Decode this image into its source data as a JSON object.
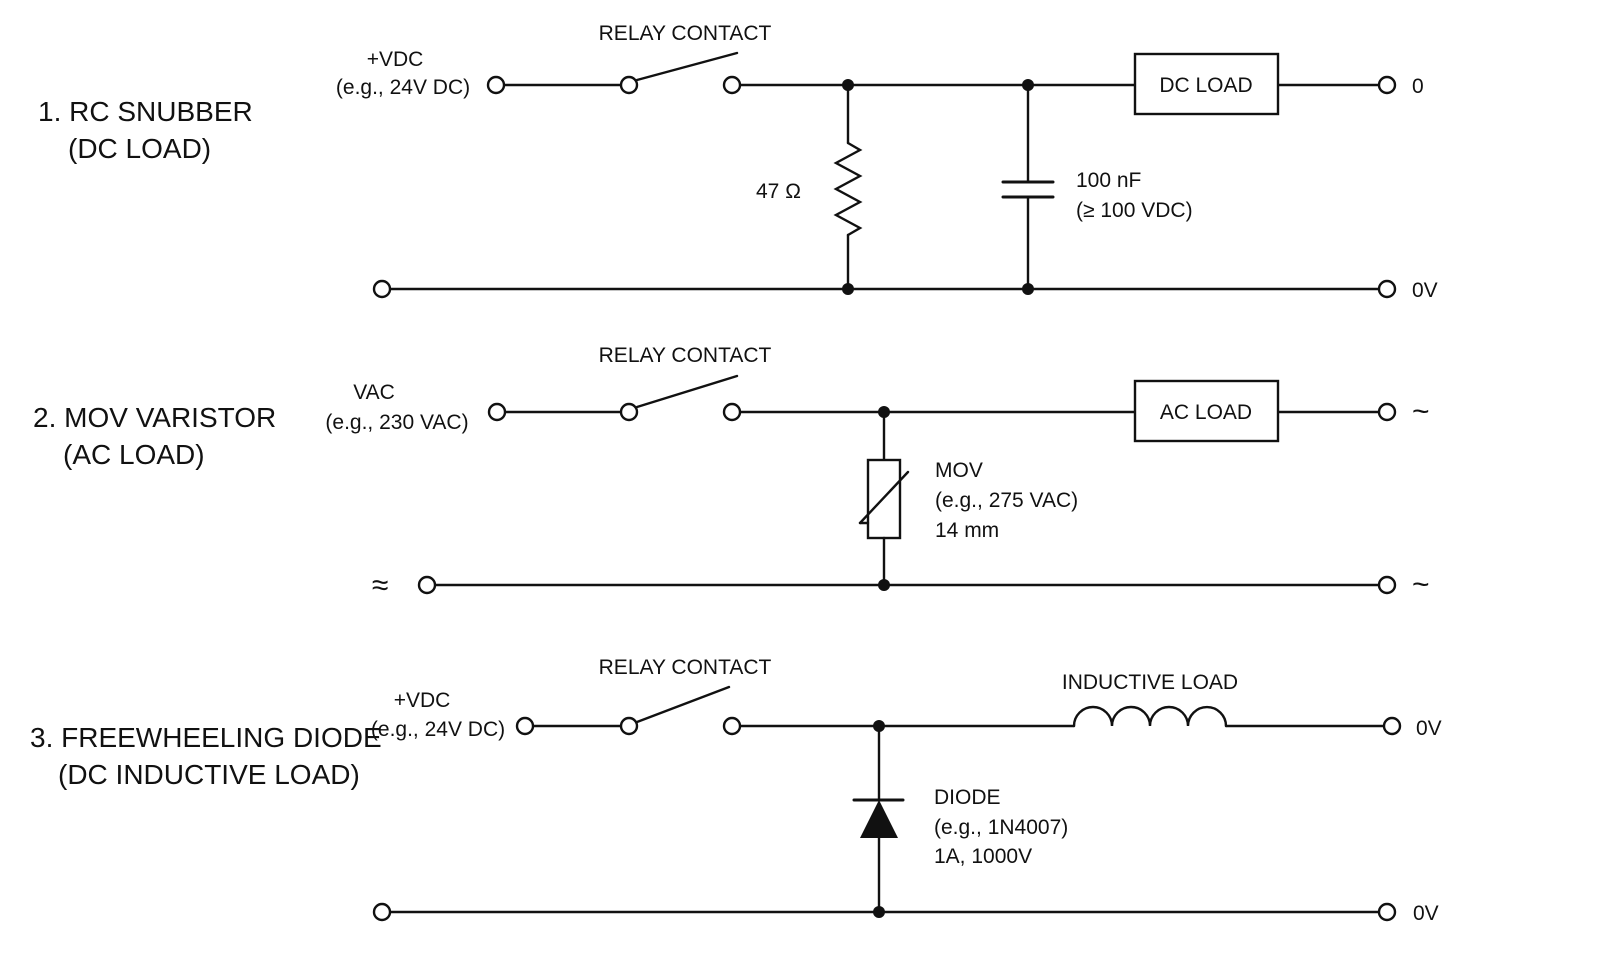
{
  "circuits": {
    "rc": {
      "title_line1": "1. RC SNUBBER",
      "title_line2": "(DC LOAD)",
      "supply_line1": "+VDC",
      "supply_line2": "(e.g., 24V DC)",
      "relay_label": "RELAY CONTACT",
      "resistor_label": "47 Ω",
      "capacitor_line1": "100 nF",
      "capacitor_line2": "(≥ 100 VDC)",
      "load_label": "DC LOAD",
      "out_top": "0",
      "out_bottom": "0V"
    },
    "mov": {
      "title_line1": "2. MOV VARISTOR",
      "title_line2": "(AC LOAD)",
      "supply_line1": "VAC",
      "supply_line2": "(e.g., 230 VAC)",
      "relay_label": "RELAY CONTACT",
      "mov_line1": "MOV",
      "mov_line2": "(e.g., 275 VAC)",
      "mov_line3": "14 mm",
      "load_label": "AC LOAD",
      "ac_symbol_top": "~",
      "ac_symbol_bottom_left": "≈",
      "ac_symbol_bottom_right": "~"
    },
    "diode": {
      "title_line1": "3. FREEWHEELING DIODE",
      "title_line2": "(DC INDUCTIVE LOAD)",
      "supply_line1": "+VDC",
      "supply_line2": "(e.g., 24V DC)",
      "relay_label": "RELAY CONTACT",
      "inductor_label": "INDUCTIVE LOAD",
      "diode_line1": "DIODE",
      "diode_line2": "(e.g., 1N4007)",
      "diode_line3": "1A, 1000V",
      "out_top": "0V",
      "out_bottom": "0V"
    }
  }
}
